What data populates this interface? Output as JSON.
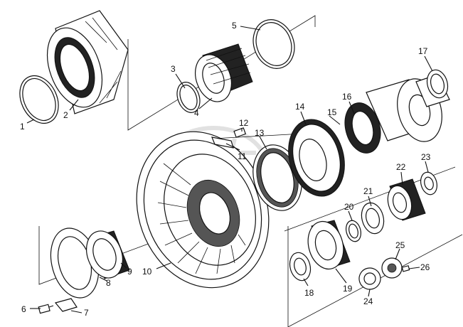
{
  "callouts": [
    "1",
    "2",
    "3",
    "4",
    "5",
    "6",
    "7",
    "8",
    "9",
    "10",
    "11",
    "12",
    "13",
    "14",
    "15",
    "16",
    "17",
    "18",
    "19",
    "20",
    "21",
    "22",
    "23",
    "24",
    "25",
    "26"
  ]
}
